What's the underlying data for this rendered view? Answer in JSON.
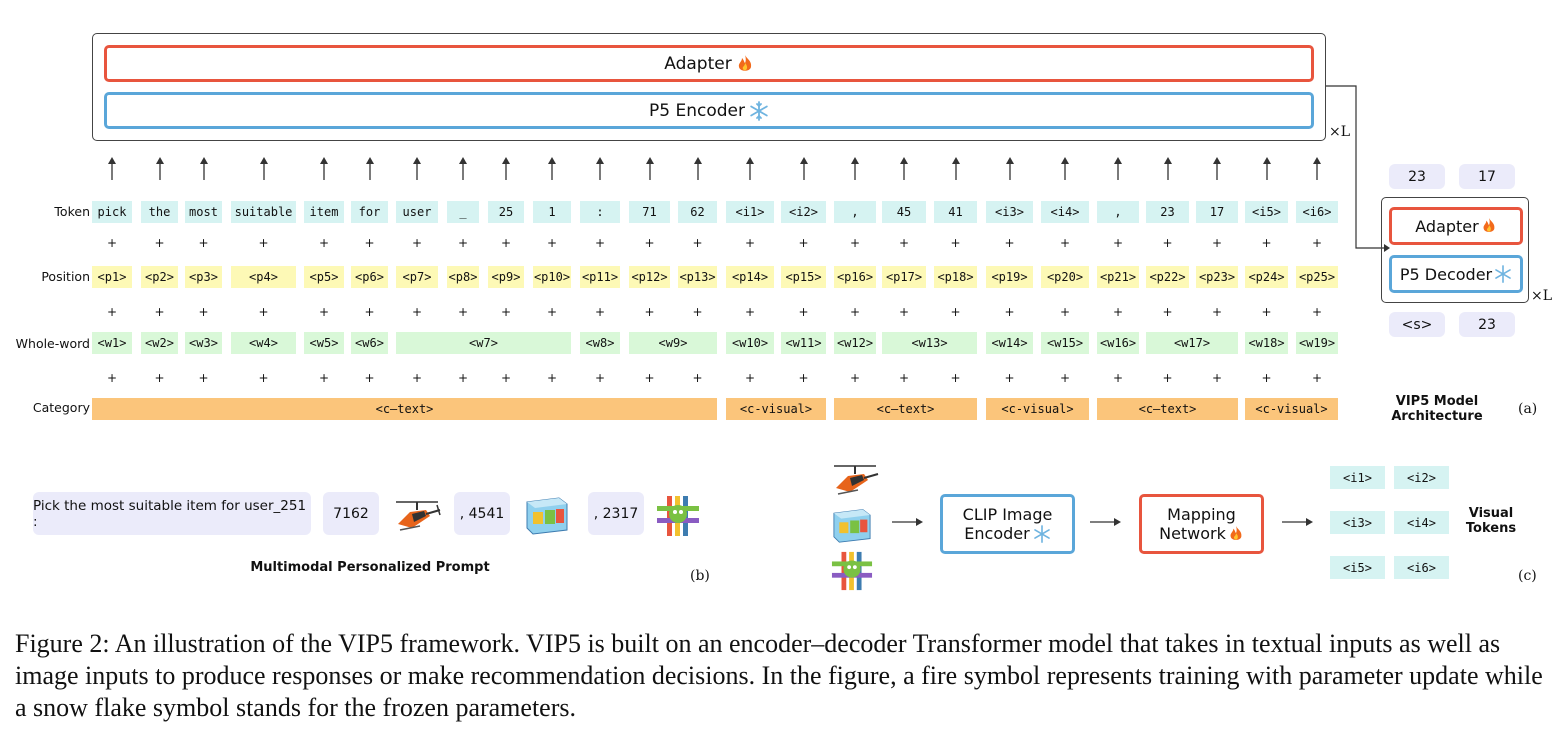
{
  "encoder": {
    "adapter_label": "Adapter",
    "encoder_label": "P5 Encoder",
    "repeat": "×L"
  },
  "rows": {
    "token_label": "Token",
    "position_label": "Position",
    "wholeword_label": "Whole-word",
    "category_label": "Category",
    "tokens": [
      "pick",
      "the",
      "most",
      "suitable",
      "item",
      "for",
      "user",
      "_",
      "25",
      "1",
      ":",
      "71",
      "62",
      "<i1>",
      "<i2>",
      ",",
      "45",
      "41",
      "<i3>",
      "<i4>",
      ",",
      "23",
      "17",
      "<i5>",
      "<i6>"
    ],
    "positions": [
      "<p1>",
      "<p2>",
      "<p3>",
      "<p4>",
      "<p5>",
      "<p6>",
      "<p7>",
      "<p8>",
      "<p9>",
      "<p10>",
      "<p11>",
      "<p12>",
      "<p13>",
      "<p14>",
      "<p15>",
      "<p16>",
      "<p17>",
      "<p18>",
      "<p19>",
      "<p20>",
      "<p21>",
      "<p22>",
      "<p23>",
      "<p24>",
      "<p25>"
    ],
    "wholewords": [
      {
        "label": "<w1>",
        "from": 0,
        "to": 0
      },
      {
        "label": "<w2>",
        "from": 1,
        "to": 1
      },
      {
        "label": "<w3>",
        "from": 2,
        "to": 2
      },
      {
        "label": "<w4>",
        "from": 3,
        "to": 3
      },
      {
        "label": "<w5>",
        "from": 4,
        "to": 4
      },
      {
        "label": "<w6>",
        "from": 5,
        "to": 5
      },
      {
        "label": "<w7>",
        "from": 6,
        "to": 9
      },
      {
        "label": "<w8>",
        "from": 10,
        "to": 10
      },
      {
        "label": "<w9>",
        "from": 11,
        "to": 12
      },
      {
        "label": "<w10>",
        "from": 13,
        "to": 13
      },
      {
        "label": "<w11>",
        "from": 14,
        "to": 14
      },
      {
        "label": "<w12>",
        "from": 15,
        "to": 15
      },
      {
        "label": "<w13>",
        "from": 16,
        "to": 17
      },
      {
        "label": "<w14>",
        "from": 18,
        "to": 18
      },
      {
        "label": "<w15>",
        "from": 19,
        "to": 19
      },
      {
        "label": "<w16>",
        "from": 20,
        "to": 20
      },
      {
        "label": "<w17>",
        "from": 21,
        "to": 22
      },
      {
        "label": "<w18>",
        "from": 23,
        "to": 23
      },
      {
        "label": "<w19>",
        "from": 24,
        "to": 24
      }
    ],
    "categories": [
      {
        "label": "<c—text>",
        "from": 0,
        "to": 12
      },
      {
        "label": "<c-visual>",
        "from": 13,
        "to": 14
      },
      {
        "label": "<c—text>",
        "from": 15,
        "to": 17
      },
      {
        "label": "<c-visual>",
        "from": 18,
        "to": 19
      },
      {
        "label": "<c—text>",
        "from": 20,
        "to": 22
      },
      {
        "label": "<c-visual>",
        "from": 23,
        "to": 24
      }
    ]
  },
  "decoder": {
    "out_tokens": [
      "23",
      "17"
    ],
    "in_tokens": [
      "<s>",
      "23"
    ],
    "adapter_label": "Adapter",
    "decoder_label": "P5 Decoder",
    "repeat": "×L"
  },
  "panel_a": {
    "title_line1": "VIP5 Model",
    "title_line2": "Architecture",
    "tag": "(a)"
  },
  "panel_b": {
    "prompt_text": "Pick the most suitable item for user_251 :",
    "item1": "7162",
    "item2": ", 4541",
    "item3": ", 2317",
    "title": "Multimodal Personalized Prompt",
    "tag": "(b)"
  },
  "panel_c": {
    "clip_line1": "CLIP Image",
    "clip_line2": "Encoder",
    "map_line1": "Mapping",
    "map_line2": "Network",
    "visual_tokens": [
      "<i1>",
      "<i2>",
      "<i3>",
      "<i4>",
      "<i5>",
      "<i6>"
    ],
    "title_line1": "Visual",
    "title_line2": "Tokens",
    "tag": "(c)"
  },
  "caption": {
    "label": "Figure 2:",
    "text": "An illustration of the VIP5 framework. VIP5 is built on an encoder–decoder Transformer model that takes in textual inputs as well as image inputs to produce responses or make recommendation decisions. In the figure, a fire symbol represents training with parameter update while a snow flake symbol stands for the frozen parameters."
  },
  "colors": {
    "adapter_border": "#e8553e",
    "encoder_border": "#5aa6d9",
    "token_bg": "#d6f3f2",
    "position_bg": "#fdf9b6",
    "wholeword_bg": "#d9f8d8",
    "category_bg": "#fbc57b"
  },
  "icons": [
    "fire-icon",
    "snowflake-icon",
    "helicopter-icon",
    "toy-box-icon",
    "building-blocks-icon"
  ]
}
